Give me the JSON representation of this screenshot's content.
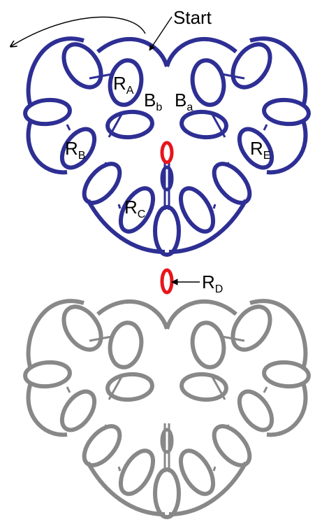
{
  "colors": {
    "motif_top": "#2e2f94",
    "motif_bottom": "#888888",
    "join_ring": "#e8141c",
    "ink": "#000000",
    "background": "#ffffff"
  },
  "labels": {
    "start": "Start",
    "ring_a": {
      "main": "R",
      "sub": "A"
    },
    "ring_b": {
      "main": "R",
      "sub": "B"
    },
    "ring_c": {
      "main": "R",
      "sub": "C"
    },
    "ring_d": {
      "main": "R",
      "sub": "D"
    },
    "ring_e": {
      "main": "R",
      "sub": "E"
    },
    "bridge_b": {
      "main": "B",
      "sub": "b"
    },
    "bridge_a": {
      "main": "B",
      "sub": "a"
    }
  },
  "icons": {
    "direction_arrow": "curved-arrow-left-icon",
    "pointer_arrow": "arrow-left-icon"
  }
}
